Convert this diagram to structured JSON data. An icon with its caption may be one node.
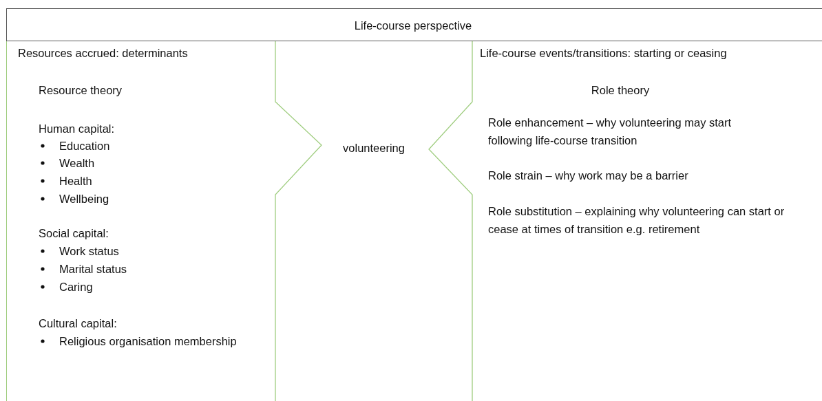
{
  "diagram": {
    "nodes": [
      {
        "text": [
          "Life-course perspective"
        ]
      },
      {
        "text": [
          "Resources accrued: determinants",
          "Resource theory",
          "Human capital:",
          "Education",
          "Wealth",
          "Health",
          "Wellbeing",
          "Social capital:",
          "Work status",
          "Marital status",
          "Caring",
          "Cultural capital:",
          "Religious organisation membership"
        ]
      },
      {
        "text": [
          "volunteering"
        ]
      },
      {
        "text": [
          "Life-course events/transitions: starting or ceasing",
          "Role theory",
          "Role enhancement – why volunteering may start following life-course transition",
          "Role strain – why work may be a barrier",
          "Role substitution – explaining why volunteering can start or cease at times of transition e.g. retirement"
        ]
      }
    ]
  }
}
